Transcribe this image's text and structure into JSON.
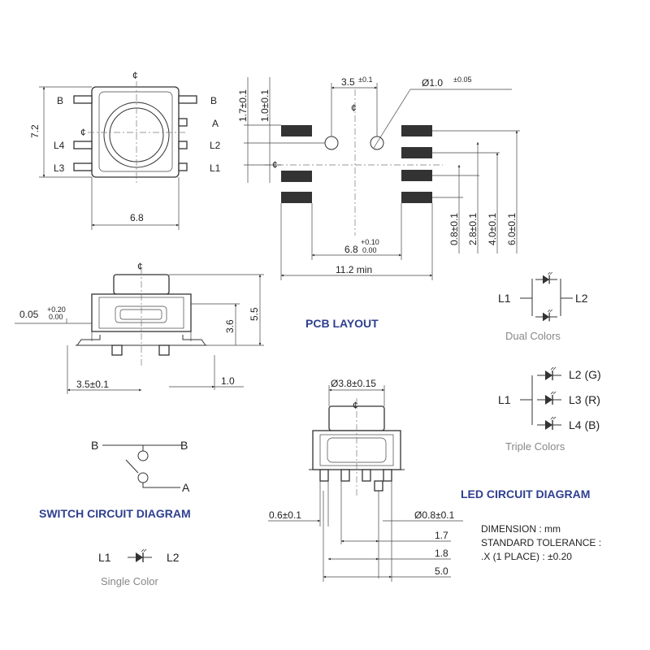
{
  "top_view": {
    "labels_left": [
      "B",
      "L4",
      "L3"
    ],
    "labels_right": [
      "B",
      "A",
      "L2",
      "L1"
    ],
    "dim_height": "7.2",
    "dim_width": "6.8",
    "centerline": "¢"
  },
  "pcb_layout": {
    "title": "PCB LAYOUT",
    "dim_top_pitch": "3.5",
    "dim_top_pitch_tol": "±0.1",
    "dim_hole": "Ø1.0",
    "dim_hole_tol": "±0.05",
    "dim_left_1": "1.7±0.1",
    "dim_left_2": "1.0±0.1",
    "dim_right": [
      "0.8±0.1",
      "2.8±0.1",
      "4.0±0.1",
      "6.0±0.1"
    ],
    "dim_inner_width": "6.8",
    "dim_inner_tol_plus": "+0.10",
    "dim_inner_tol_minus": "0.00",
    "dim_outer_width": "11.2 min",
    "centerline": "¢"
  },
  "side_view": {
    "dim_gap": "0.05",
    "dim_gap_tol_plus": "+0.20",
    "dim_gap_tol_minus": "0.00",
    "dim_height": "5.5",
    "dim_mid": "3.6",
    "dim_offset": "3.5±0.1",
    "dim_pin": "1.0",
    "centerline": "¢"
  },
  "front_view": {
    "dim_top": "Ø3.8±0.15",
    "dim_left": "0.6±0.1",
    "dim_pin": "Ø0.8±0.1",
    "dims_bottom": [
      "1.7",
      "1.8",
      "5.0"
    ],
    "centerline": "¢"
  },
  "switch_circuit": {
    "title": "SWITCH CIRCUIT DIAGRAM",
    "label_b_left": "B",
    "label_b_right": "B",
    "label_a": "A"
  },
  "single_color": {
    "label_l1": "L1",
    "label_l2": "L2",
    "caption": "Single Color"
  },
  "dual_colors": {
    "label_l1": "L1",
    "label_l2": "L2",
    "caption": "Dual Colors"
  },
  "triple_colors": {
    "label_l1": "L1",
    "label_g": "L2 (G)",
    "label_r": "L3 (R)",
    "label_b": "L4 (B)",
    "caption": "Triple Colors"
  },
  "led_circuit": {
    "title": "LED CIRCUIT DIAGRAM"
  },
  "notes": {
    "line1": "DIMENSION : mm",
    "line2": "STANDARD TOLERANCE :",
    "line3": ".X (1 PLACE) : ±0.20"
  },
  "colors": {
    "title_blue": "#2e3f8f",
    "caption_gray": "#888888",
    "line": "#333333"
  }
}
